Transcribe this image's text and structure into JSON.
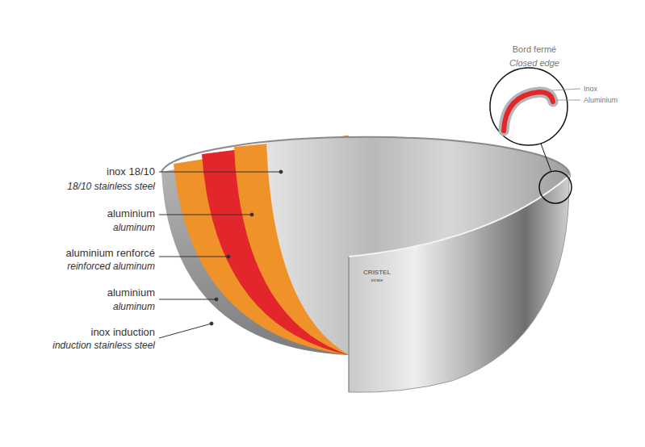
{
  "diagram": {
    "labels": [
      "inox 18/10",
      "18/10 stainless steel",
      "aluminium",
      "aluminum",
      "aluminium renforcé",
      "reinforced aluminum",
      "aluminium",
      "aluminum",
      "inox induction",
      "induction stainless steel",
      "Bord fermé",
      "Closed edge",
      "Inox",
      "Aluminium",
      "CRISTEL",
      "strate"
    ]
  }
}
